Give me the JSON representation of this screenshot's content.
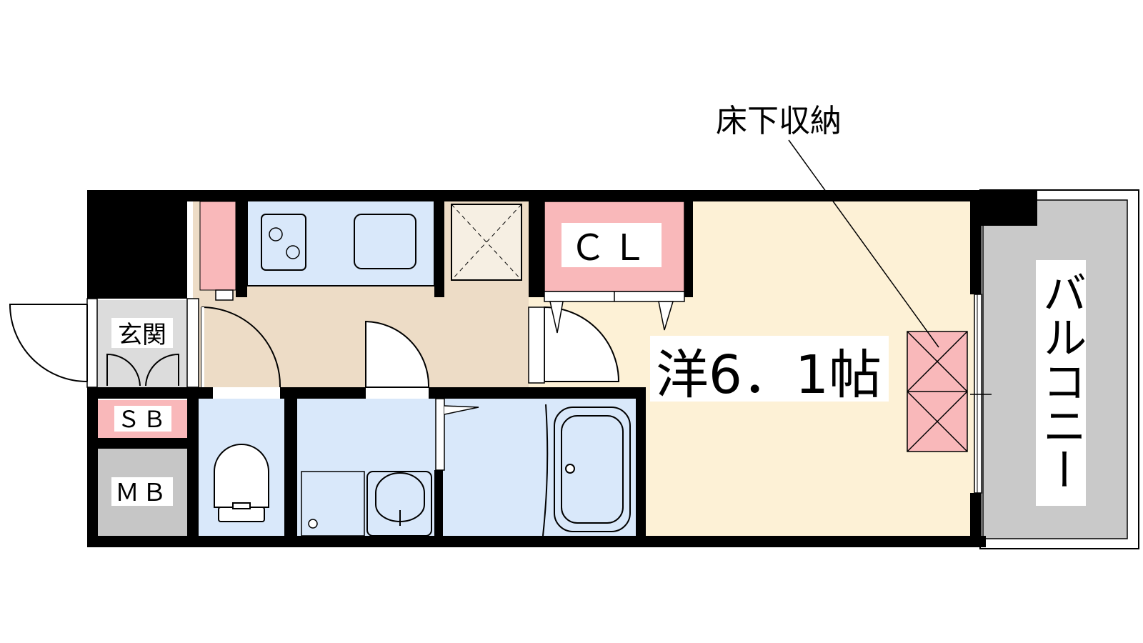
{
  "floor_plan": {
    "labels": {
      "underfloor_storage": "床下収納",
      "closet": "ＣＬ",
      "western_room": "洋6．1帖",
      "balcony": "バルコニー",
      "entrance": "玄関",
      "shoe_box": "ＳＢ",
      "meter_box": "ＭＢ"
    },
    "colors": {
      "wall": "#000000",
      "kitchen_floor": "#eddcc6",
      "room_floor": "#fdf1d6",
      "wet_area": "#d9e8fa",
      "storage": "#f9b8ba",
      "balcony": "#c9c9c9",
      "meter_box": "#c6c6c6",
      "entrance_floor": "#dcdcdc"
    }
  }
}
